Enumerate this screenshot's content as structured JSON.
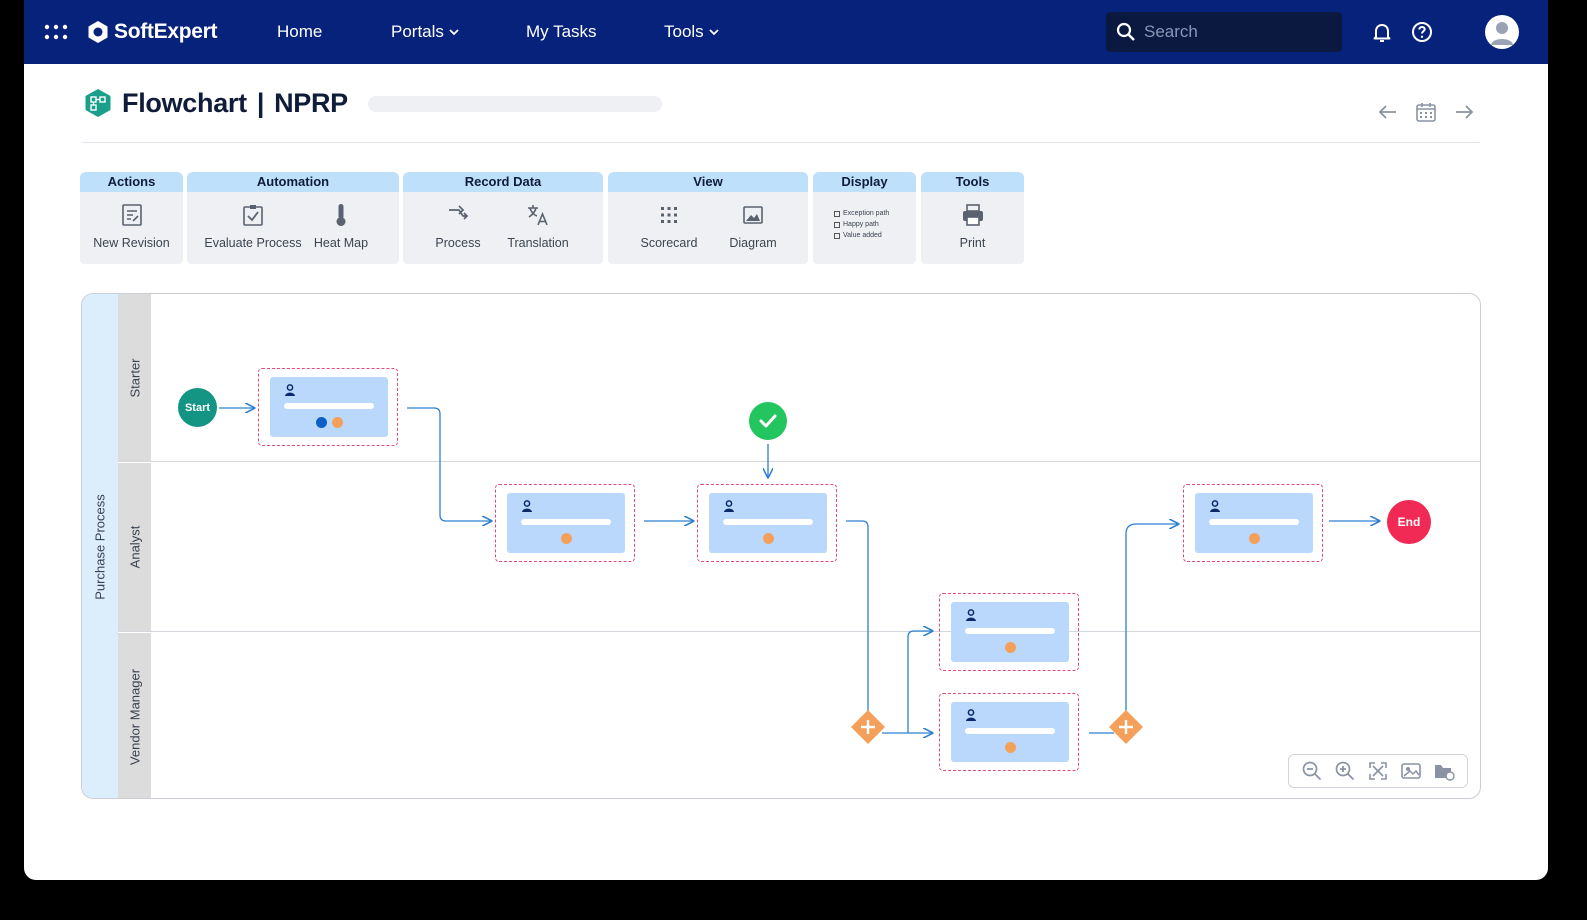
{
  "app": {
    "brand": "SoftExpert",
    "nav": [
      {
        "label": "Home",
        "has_dropdown": false
      },
      {
        "label": "Portals",
        "has_dropdown": true
      },
      {
        "label": "My Tasks",
        "has_dropdown": false
      },
      {
        "label": "Tools",
        "has_dropdown": true
      }
    ],
    "search_placeholder": "Search"
  },
  "page": {
    "title": "Flowchart",
    "separator": "|",
    "code": "NPRP"
  },
  "ribbon": {
    "groups": [
      {
        "title": "Actions",
        "buttons": [
          {
            "label": "New Revision",
            "icon": "new-revision-icon"
          }
        ]
      },
      {
        "title": "Automation",
        "buttons": [
          {
            "label": "Evaluate Process",
            "icon": "evaluate-check-icon"
          },
          {
            "label": "Heat Map",
            "icon": "thermometer-icon"
          }
        ]
      },
      {
        "title": "Record Data",
        "buttons": [
          {
            "label": "Process",
            "icon": "process-arrows-icon"
          },
          {
            "label": "Translation",
            "icon": "translate-icon"
          }
        ]
      },
      {
        "title": "View",
        "buttons": [
          {
            "label": "Scorecard",
            "icon": "scorecard-grid-icon"
          },
          {
            "label": "Diagram",
            "icon": "image-icon"
          }
        ]
      },
      {
        "title": "Display",
        "options": [
          "Exception path",
          "Happy path",
          "Value added"
        ]
      },
      {
        "title": "Tools",
        "buttons": [
          {
            "label": "Print",
            "icon": "printer-icon"
          }
        ]
      }
    ]
  },
  "diagram": {
    "pool": "Purchase Process",
    "lanes": [
      "Starter",
      "Analyst",
      "Vendor Manager"
    ],
    "start_label": "Start",
    "end_label": "End",
    "colors": {
      "start": "#149584",
      "end": "#f02a55",
      "gateway": "#f5a05a",
      "check": "#22c55e",
      "flow": "#2f7fd0",
      "task_border": "#e34b77",
      "task_fill": "#b9d8fb",
      "dot_blue": "#0d5fc5",
      "dot_orange": "#f5a05a"
    }
  },
  "brand_colors": {
    "topbar": "#06227a",
    "ribbon_header": "#bfe0fb"
  }
}
